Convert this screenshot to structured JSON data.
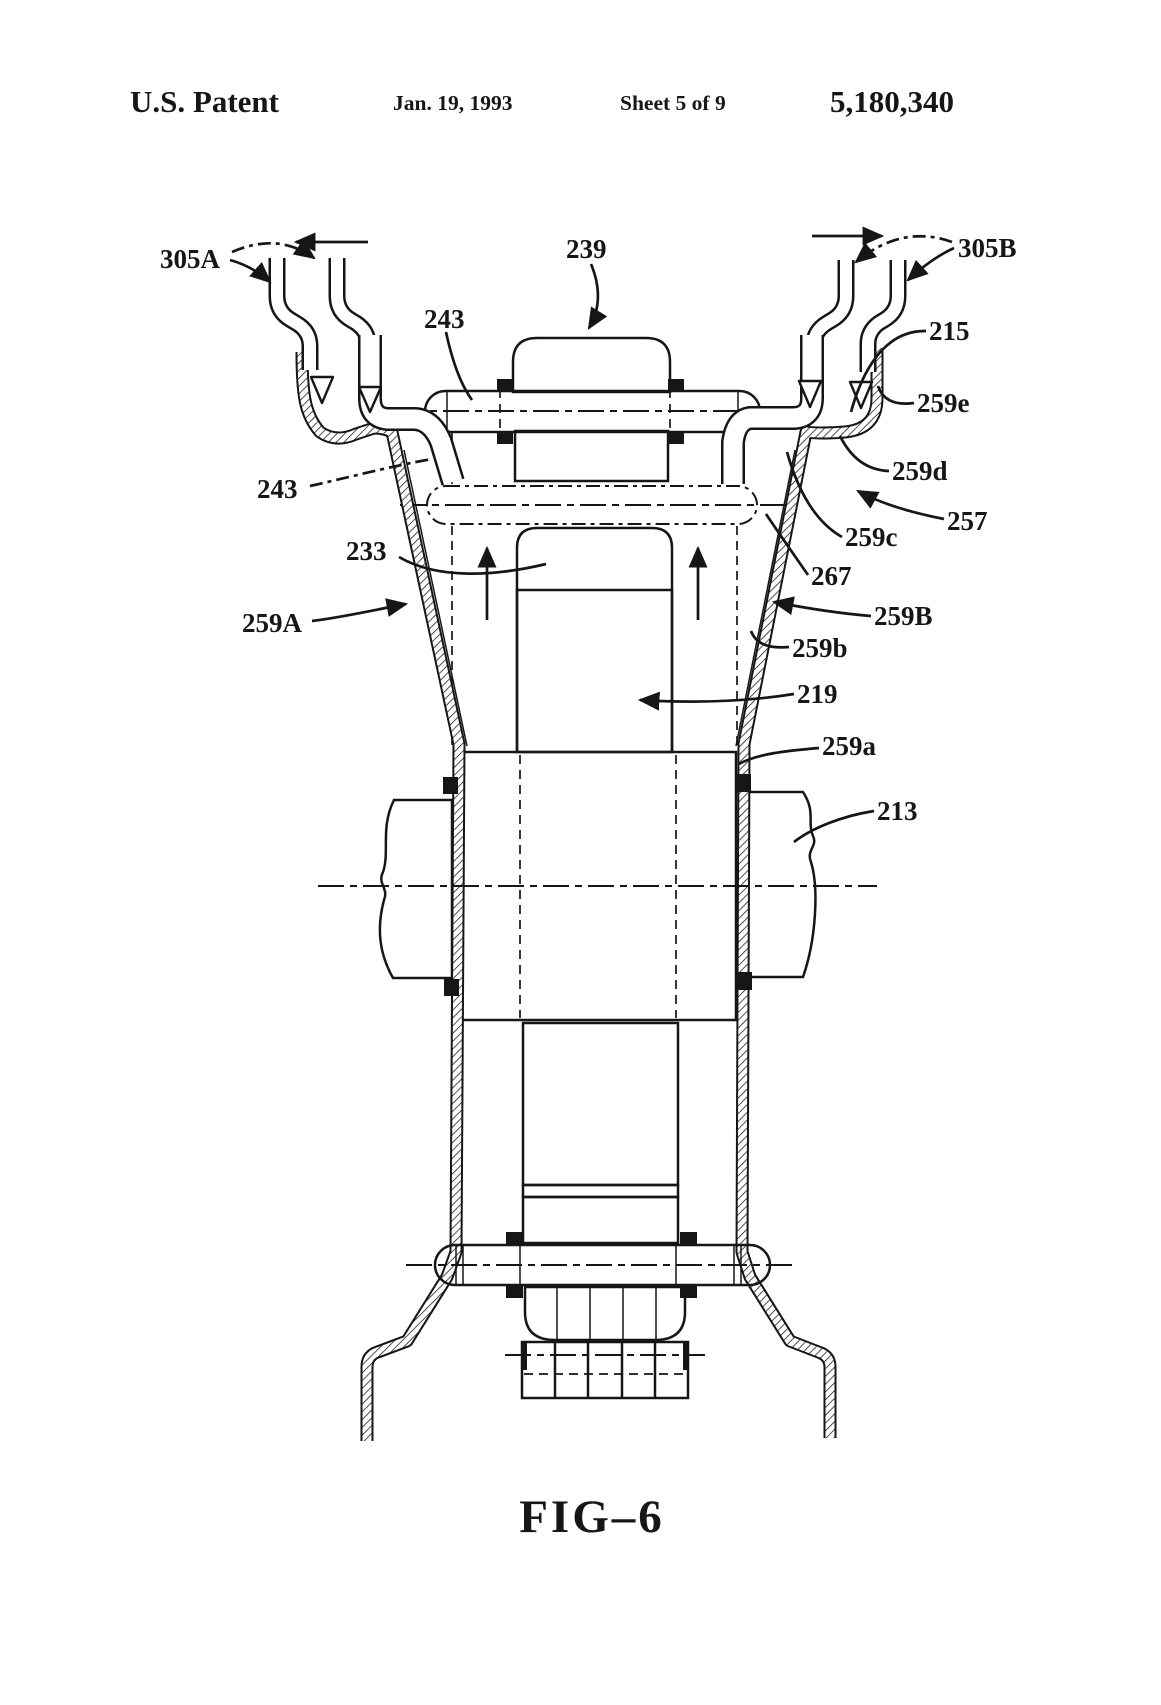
{
  "page": {
    "background": "#ffffff",
    "ink": "#161616"
  },
  "header": {
    "publication": "U.S. Patent",
    "date": "Jan. 19, 1993",
    "sheet": "Sheet 5 of 9",
    "patent_number": "5,180,340"
  },
  "figure": {
    "caption": "FIG–6",
    "labels": {
      "n305A": "305A",
      "n239": "239",
      "n243": "243",
      "n305B": "305B",
      "n215": "215",
      "n259e": "259e",
      "n259d": "259d",
      "n257": "257",
      "n259c": "259c",
      "n267": "267",
      "n259B": "259B",
      "n259b": "259b",
      "n219": "219",
      "n259a": "259a",
      "n213": "213",
      "n233": "233",
      "n259A": "259A"
    }
  }
}
